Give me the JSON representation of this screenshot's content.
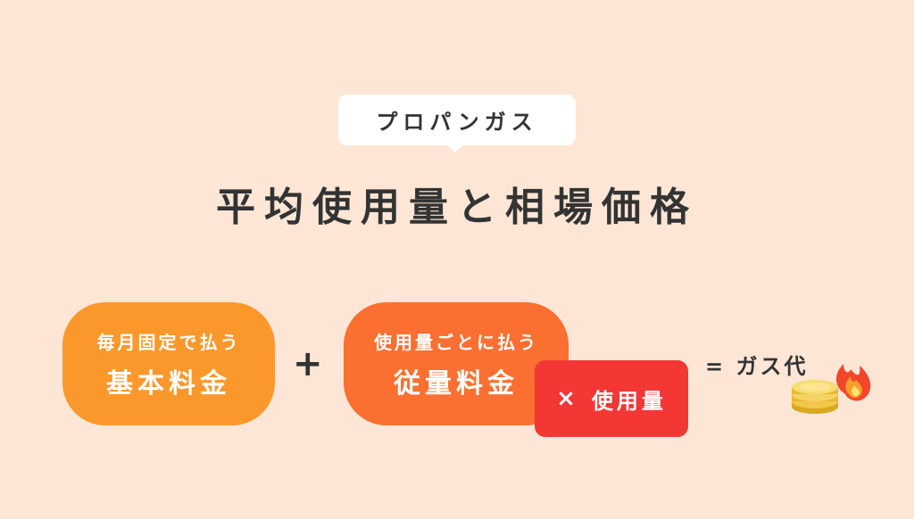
{
  "tag": {
    "label": "プロパンガス"
  },
  "headline": "平均使用量と相場価格",
  "formula": {
    "basic": {
      "sub": "毎月固定で払う",
      "main": "基本料金"
    },
    "plus": "+",
    "usage": {
      "sub": "使用量ごとに払う",
      "main": "従量料金"
    },
    "multiplier": {
      "symbol": "×",
      "label": "使用量"
    },
    "result": "= ガス代"
  },
  "icons": {
    "result_icon": "coins-flame-icon"
  },
  "colors": {
    "background": "#fde6d5",
    "basic": "#fb982b",
    "usage": "#fb6f30",
    "multiplier": "#f23734",
    "text": "#333333"
  }
}
